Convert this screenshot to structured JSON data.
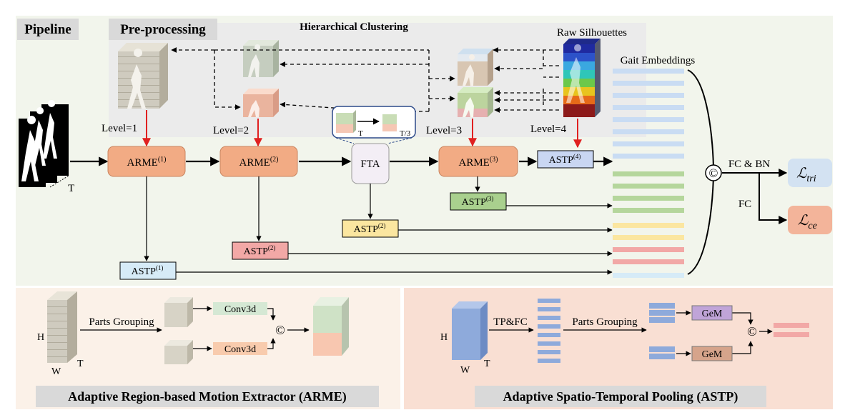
{
  "pipeline": {
    "title": "Pipeline",
    "preprocessing_title": "Pre-processing",
    "hierarchical_clustering": "Hierarchical Clustering",
    "raw_silhouettes": "Raw Silhouettes",
    "gait_embeddings": "Gait Embeddings",
    "input_t_label": "T",
    "levels": [
      "Level=1",
      "Level=2",
      "Level=3",
      "Level=4"
    ],
    "arme_blocks": [
      {
        "base": "ARME",
        "sup": "(1)"
      },
      {
        "base": "ARME",
        "sup": "(2)"
      },
      {
        "base": "ARME",
        "sup": "(3)"
      }
    ],
    "fta_label": "FTA",
    "fta_inset": {
      "left": "T",
      "right": "T/3"
    },
    "astp_blocks": [
      {
        "base": "ASTP",
        "sup": "(1)"
      },
      {
        "base": "ASTP",
        "sup": "(2)"
      },
      {
        "base": "ASTP",
        "sup": "(2)"
      },
      {
        "base": "ASTP",
        "sup": "(3)"
      },
      {
        "base": "ASTP",
        "sup": "(4)"
      }
    ],
    "concat_symbol": "©",
    "fc_bn_label": "FC & BN",
    "fc_label": "FC",
    "loss_tri": {
      "symbol": "ℒ",
      "sub": "tri"
    },
    "loss_ce": {
      "symbol": "ℒ",
      "sub": "ce"
    }
  },
  "arme_detail": {
    "title": "Adaptive Region-based Motion Extractor (ARME)",
    "parts_grouping": "Parts Grouping",
    "conv_labels": [
      "Conv3d",
      "Conv3d"
    ],
    "axis_h": "H",
    "axis_w": "W",
    "axis_t": "T",
    "concat_symbol": "©"
  },
  "astp_detail": {
    "title": "Adaptive Spatio-Temporal Pooling (ASTP)",
    "tp_fc": "TP&FC",
    "parts_grouping": "Parts Grouping",
    "gem_labels": [
      "GeM",
      "GeM"
    ],
    "axis_h": "H",
    "axis_w": "W",
    "axis_t": "T",
    "concat_symbol": "©"
  },
  "colors": {
    "pipeline_bg": "#f2f5ec",
    "arme_bg": "#fbf1e8",
    "astp_bg": "#f9dfd3",
    "arme_block": "#f2ab84",
    "fta_block": "#f3eef5",
    "astp1": "#d6ebf7",
    "astp2_yellow": "#fbe6a0",
    "astp2_pink": "#f2a8a6",
    "astp3": "#a9d08e",
    "astp4": "#c9d6f2",
    "loss_tri": "#d3e2f2",
    "loss_ce": "#f3b49a",
    "red_arrow": "#e02020",
    "gem_purple": "#c0a4d8",
    "gem_brown": "#d6a48b",
    "conv_green": "#d5e8d4",
    "conv_pink": "#f8cbad"
  }
}
